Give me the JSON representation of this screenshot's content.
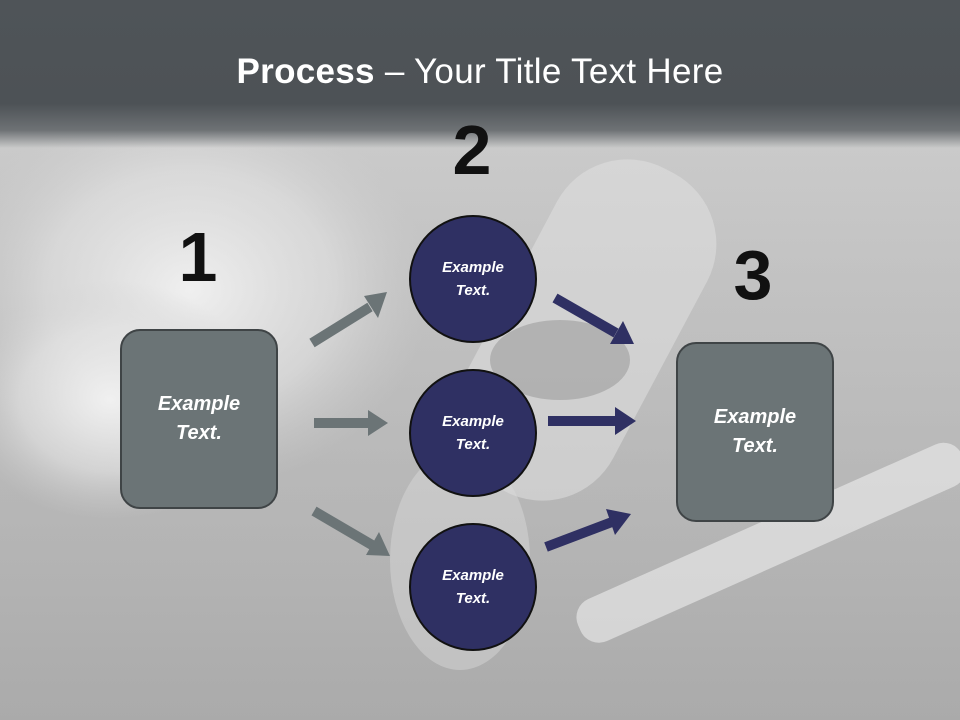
{
  "title": {
    "bold": "Process",
    "rest": " – Your Title Text Here"
  },
  "steps": [
    {
      "number": "1",
      "label": "Example Text."
    },
    {
      "number": "2",
      "items": [
        {
          "label": "Example Text."
        },
        {
          "label": "Example Text."
        },
        {
          "label": "Example Text."
        }
      ]
    },
    {
      "number": "3",
      "label": "Example Text."
    }
  ],
  "colors": {
    "header": "#4f5458",
    "box_fill": "#6b7476",
    "circle_fill": "#2f3063",
    "gray_arrow": "#6b7476",
    "navy_arrow": "#2f3063"
  }
}
